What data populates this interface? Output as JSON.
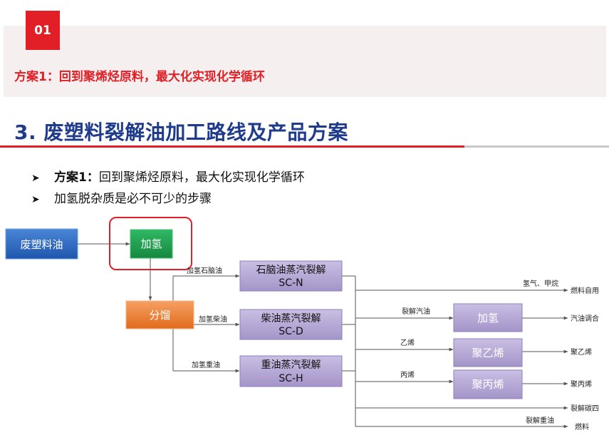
{
  "header": {
    "badge": "01",
    "scheme": "方案1：回到聚烯烃原料，最大化实现化学循环"
  },
  "title": "3. 废塑料裂解油加工路线及产品方案",
  "bullets": [
    {
      "bold": "方案1：",
      "text": "回到聚烯烃原料，最大化实现化学循环"
    },
    {
      "bold": "",
      "text": "加氢脱杂质是必不可少的步骤"
    }
  ],
  "diagram": {
    "nodes": {
      "feed": "废塑料油",
      "hydro1": "加氢",
      "fractionation": "分馏",
      "naphtha_l1": "石脑油蒸汽裂解",
      "naphtha_l2": "SC-N",
      "diesel_l1": "柴油蒸汽裂解",
      "diesel_l2": "SC-D",
      "heavy_l1": "重油蒸汽裂解",
      "heavy_l2": "SC-H",
      "hydro2": "加氢",
      "pe": "聚乙烯",
      "pp": "聚丙烯"
    },
    "edge_labels": {
      "hydro_naphtha": "加氢石脑油",
      "hydro_diesel": "加氢柴油",
      "hydro_heavy": "加氢重油",
      "gas": "氢气、甲烷",
      "cracked_gasoline": "裂解汽油",
      "ethylene": "乙烯",
      "propylene": "丙烯",
      "cracked_heavy": "裂解重油"
    },
    "outputs": {
      "fuel_self": "燃料自用",
      "gasoline_blend": "汽油调合",
      "pe_out": "聚乙烯",
      "pp_out": "聚丙烯",
      "c4": "裂解碳四",
      "fuel": "燃料"
    }
  },
  "colors": {
    "accent_red": "#e21f26",
    "title_blue": "#1f3b8c",
    "feed_blue": "#2f6bc4",
    "hydro_green": "#22a152",
    "frac_orange": "#ed7d31",
    "process_purple": "#b6a8d4"
  }
}
